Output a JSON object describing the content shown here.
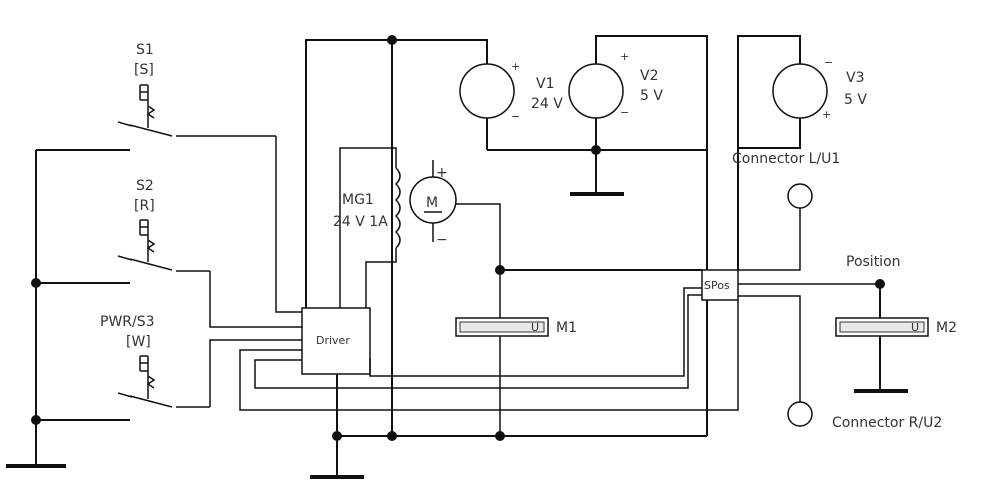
{
  "switches": {
    "s1": {
      "name": "S1",
      "key": "[S]"
    },
    "s2": {
      "name": "S2",
      "key": "[R]"
    },
    "s3": {
      "name": "PWR/S3",
      "key": "[W]"
    }
  },
  "sources": {
    "v1": {
      "name": "V1",
      "value": "24 V",
      "plus": "+",
      "minus": "−"
    },
    "v2": {
      "name": "V2",
      "value": "5 V",
      "plus": "+",
      "minus": "−"
    },
    "v3": {
      "name": "V3",
      "value": "5 V",
      "plus": "+",
      "minus": "−"
    }
  },
  "motor": {
    "name": "MG1",
    "rating": "24 V 1A",
    "symbol": "M",
    "plus": "+",
    "minus": "−"
  },
  "driver": {
    "label": "Driver"
  },
  "spos": {
    "label": "SPos"
  },
  "meters": {
    "m1": {
      "name": "M1",
      "glyph": "U"
    },
    "m2": {
      "name": "M2",
      "glyph": "U"
    }
  },
  "connectors": {
    "left": "Connector L/U1",
    "right": "Connector R/U2"
  },
  "position_label": "Position"
}
